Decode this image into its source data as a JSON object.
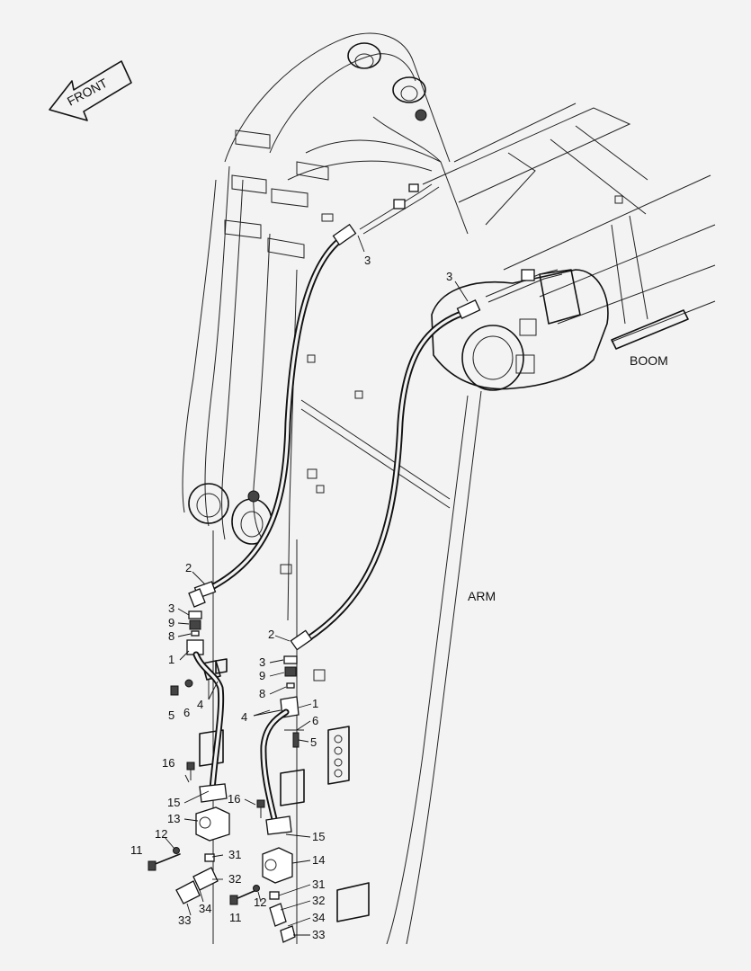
{
  "front_arrow": {
    "label": "FRONT"
  },
  "structure_labels": {
    "boom": "BOOM",
    "arm": "ARM"
  },
  "callouts": [
    {
      "id": "c3a",
      "text": "3"
    },
    {
      "id": "c3b",
      "text": "3"
    },
    {
      "id": "c2a",
      "text": "2"
    },
    {
      "id": "c3c",
      "text": "3"
    },
    {
      "id": "c9a",
      "text": "9"
    },
    {
      "id": "c8a",
      "text": "8"
    },
    {
      "id": "c1a",
      "text": "1"
    },
    {
      "id": "c5a",
      "text": "5"
    },
    {
      "id": "c6a",
      "text": "6"
    },
    {
      "id": "c4a",
      "text": "4"
    },
    {
      "id": "c16a",
      "text": "16"
    },
    {
      "id": "c15a",
      "text": "15"
    },
    {
      "id": "c13a",
      "text": "13"
    },
    {
      "id": "c12a",
      "text": "12"
    },
    {
      "id": "c11a",
      "text": "11"
    },
    {
      "id": "c31a",
      "text": "31"
    },
    {
      "id": "c32a",
      "text": "32"
    },
    {
      "id": "c33a",
      "text": "33"
    },
    {
      "id": "c34a",
      "text": "34"
    },
    {
      "id": "c2b",
      "text": "2"
    },
    {
      "id": "c3d",
      "text": "3"
    },
    {
      "id": "c9b",
      "text": "9"
    },
    {
      "id": "c8b",
      "text": "8"
    },
    {
      "id": "c1b",
      "text": "1"
    },
    {
      "id": "c4b",
      "text": "4"
    },
    {
      "id": "c6b",
      "text": "6"
    },
    {
      "id": "c5b",
      "text": "5"
    },
    {
      "id": "c16b",
      "text": "16"
    },
    {
      "id": "c15b",
      "text": "15"
    },
    {
      "id": "c14a",
      "text": "14"
    },
    {
      "id": "c12b",
      "text": "12"
    },
    {
      "id": "c11b",
      "text": "11"
    },
    {
      "id": "c31b",
      "text": "31"
    },
    {
      "id": "c32b",
      "text": "32"
    },
    {
      "id": "c34b",
      "text": "34"
    },
    {
      "id": "c33b",
      "text": "33"
    }
  ]
}
